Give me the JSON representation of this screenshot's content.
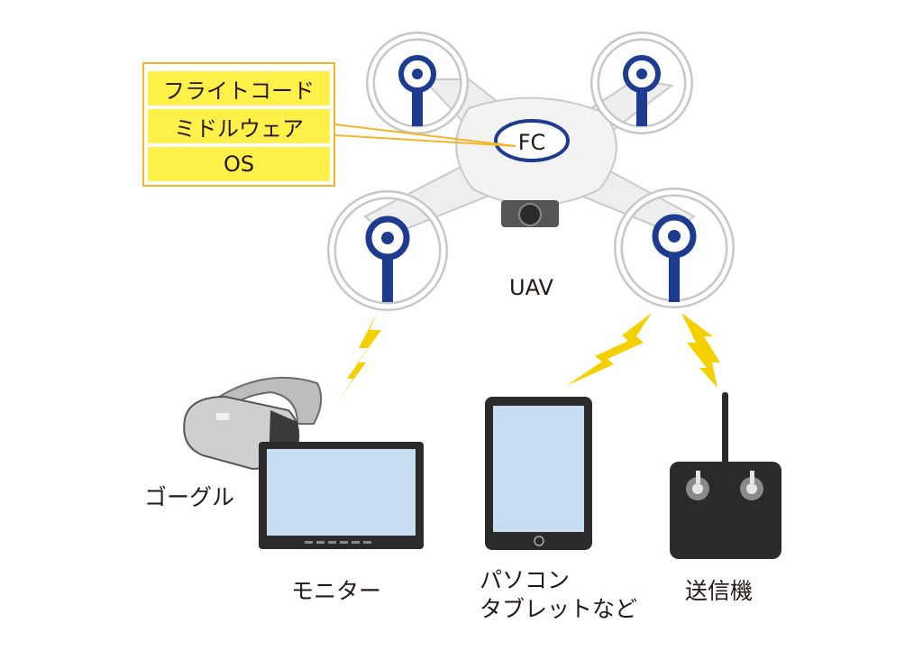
{
  "software_stack": [
    "フライトコード",
    "ミドルウェア",
    "OS"
  ],
  "fc_label": "FC",
  "uav_label": "UAV",
  "devices": {
    "goggle": "ゴーグル",
    "monitor": "モニター",
    "pc_line1": "パソコン",
    "pc_line2": "タブレットなど",
    "transmitter": "送信機"
  },
  "colors": {
    "stack_fill": "#fff04a",
    "stack_border": "#f2b62b",
    "leader_line": "#f2b62b",
    "rotor_blue": "#1d3c8f",
    "lightning": "#f5d000",
    "screen": "#c6def0",
    "body_dark": "#2b2b2b"
  }
}
